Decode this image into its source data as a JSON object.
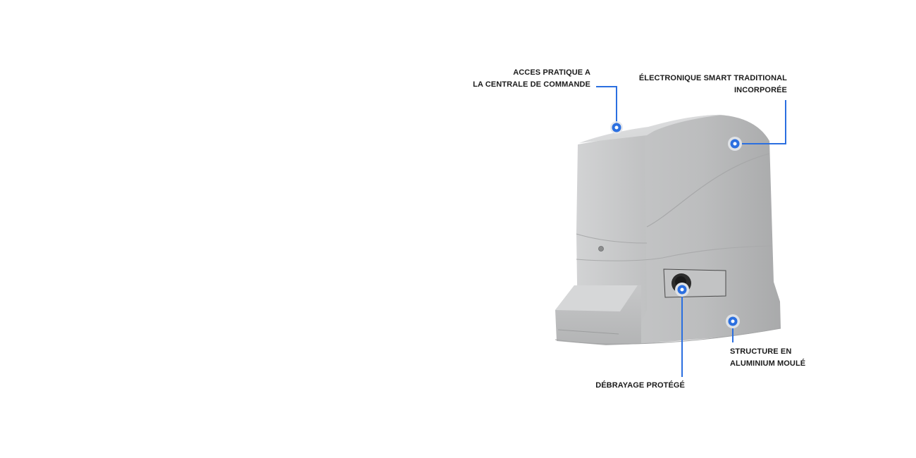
{
  "colors": {
    "accent": "#2b6fe0",
    "body_light": "#c9cacb",
    "body_mid": "#b9babb",
    "body_dark": "#a2a3a4",
    "text": "#1b1b1b"
  },
  "callouts": {
    "acces": {
      "line1": "ACCES PRATIQUE A",
      "line2": "LA CENTRALE DE COMMANDE"
    },
    "electronique": {
      "line1": "ÉLECTRONIQUE SMART TRADITIONAL",
      "line2": "INCORPORÉE"
    },
    "structure": {
      "line1": "STRUCTURE EN",
      "line2": "ALUMINIUM MOULÉ"
    },
    "debrayage": {
      "line1": "DÉBRAYAGE PROTÉGÉ"
    }
  }
}
